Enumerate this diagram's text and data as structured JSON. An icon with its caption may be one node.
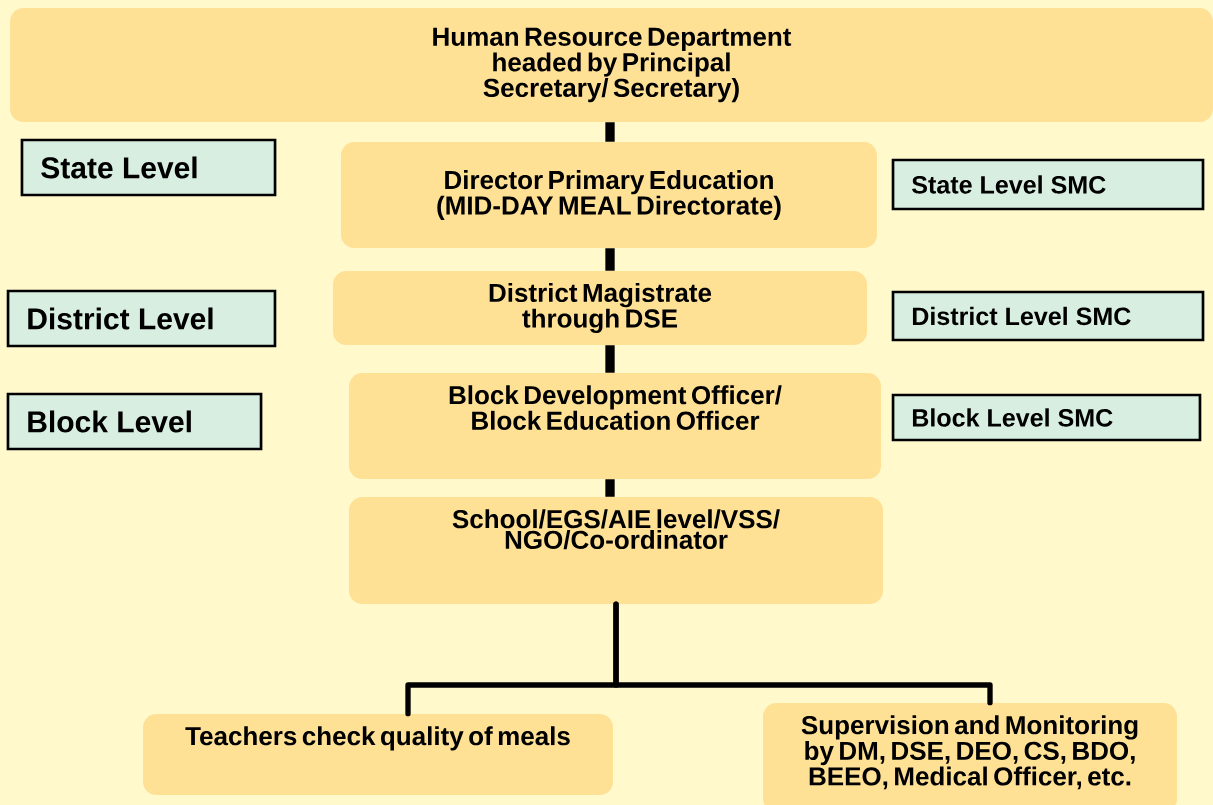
{
  "diagram": {
    "nodes": [
      {
        "text": [
          "Human Resource Department headed by Principal Secretary/ Secretary)"
        ]
      },
      {
        "text": [
          "State Level"
        ]
      },
      {
        "text": [
          "Director Primary Education (MID-DAY MEAL Directorate)"
        ]
      },
      {
        "text": [
          "State Level SMC"
        ]
      },
      {
        "text": [
          "District Level"
        ]
      },
      {
        "text": [
          "District Magistrate through DSE"
        ]
      },
      {
        "text": [
          "District Level SMC"
        ]
      },
      {
        "text": [
          "Block Level"
        ]
      },
      {
        "text": [
          "Block Development Officer/ Block Education Officer"
        ]
      },
      {
        "text": [
          "Block Level SMC"
        ]
      },
      {
        "text": [
          "School/EGS/AIE level/VSS/ NGO/Co-ordinator"
        ]
      },
      {
        "text": [
          "Teachers check quality of meals"
        ]
      },
      {
        "text": [
          "Supervision and Monitoring by DM, DSE, DEO, CS, BDO, BEEO, Medical Officer, etc."
        ]
      }
    ],
    "edges": [
      {
        "from": 0,
        "to": 2,
        "arrow": "none"
      },
      {
        "from": 2,
        "to": 5,
        "arrow": "none"
      },
      {
        "from": 5,
        "to": 8,
        "arrow": "none"
      },
      {
        "from": 8,
        "to": 10,
        "arrow": "none"
      },
      {
        "from": 10,
        "to": 11,
        "arrow": "none"
      },
      {
        "from": 10,
        "to": 12,
        "arrow": "none"
      }
    ]
  }
}
